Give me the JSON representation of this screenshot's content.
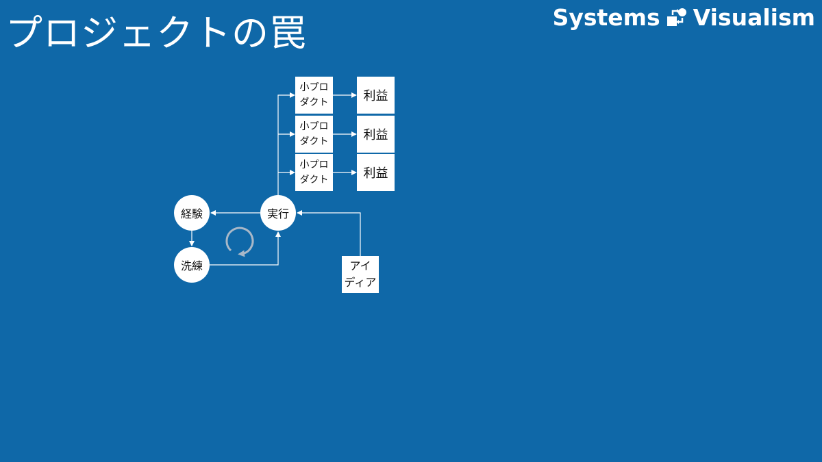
{
  "slide": {
    "title": "プロジェクトの罠",
    "brand": {
      "left": "Systems",
      "right": "Visualism"
    }
  },
  "diagram": {
    "products": [
      {
        "label_line1": "小プロ",
        "label_line2": "ダクト",
        "profit": "利益"
      },
      {
        "label_line1": "小プロ",
        "label_line2": "ダクト",
        "profit": "利益"
      },
      {
        "label_line1": "小プロ",
        "label_line2": "ダクト",
        "profit": "利益"
      }
    ],
    "nodes": {
      "execute": "実行",
      "experience": "経験",
      "refine": "洗練"
    },
    "idea": {
      "line1": "アイ",
      "line2": "ディア"
    }
  },
  "colors": {
    "background": "#0f68a8",
    "foreground": "#ffffff",
    "loop_icon": "#a9b8c8"
  }
}
